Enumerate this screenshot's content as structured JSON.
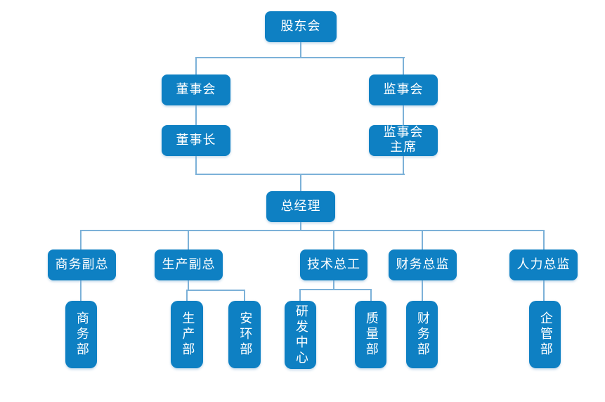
{
  "diagram": {
    "type": "org-chart",
    "nodes": {
      "shareholders_meeting": {
        "label": "股东会"
      },
      "board_of_directors": {
        "label": "董事会"
      },
      "supervisory_board": {
        "label": "监事会"
      },
      "board_chairman": {
        "label": "董事长"
      },
      "supervisory_board_chairman": {
        "label": "监事会\n主席"
      },
      "general_manager": {
        "label": "总经理"
      },
      "vp_commerce": {
        "label": "商务副总"
      },
      "vp_production": {
        "label": "生产副总"
      },
      "chief_technology_engineer": {
        "label": "技术总工"
      },
      "finance_director": {
        "label": "财务总监"
      },
      "hr_director": {
        "label": "人力总监"
      },
      "commerce_dept": {
        "label": "商务部"
      },
      "production_dept": {
        "label": "生产部"
      },
      "safety_env_dept": {
        "label": "安环部"
      },
      "rd_center": {
        "label": "研发中心"
      },
      "quality_dept": {
        "label": "质量部"
      },
      "finance_dept": {
        "label": "财务部"
      },
      "enterprise_mgmt_dept": {
        "label": "企管部"
      }
    },
    "edges": [
      [
        "shareholders_meeting",
        "board_of_directors"
      ],
      [
        "shareholders_meeting",
        "supervisory_board"
      ],
      [
        "board_of_directors",
        "board_chairman"
      ],
      [
        "supervisory_board",
        "supervisory_board_chairman"
      ],
      [
        "board_chairman",
        "general_manager"
      ],
      [
        "supervisory_board_chairman",
        "general_manager"
      ],
      [
        "general_manager",
        "vp_commerce"
      ],
      [
        "general_manager",
        "vp_production"
      ],
      [
        "general_manager",
        "chief_technology_engineer"
      ],
      [
        "general_manager",
        "finance_director"
      ],
      [
        "general_manager",
        "hr_director"
      ],
      [
        "vp_commerce",
        "commerce_dept"
      ],
      [
        "vp_production",
        "production_dept"
      ],
      [
        "vp_production",
        "safety_env_dept"
      ],
      [
        "chief_technology_engineer",
        "rd_center"
      ],
      [
        "chief_technology_engineer",
        "quality_dept"
      ],
      [
        "finance_director",
        "finance_dept"
      ],
      [
        "hr_director",
        "enterprise_mgmt_dept"
      ]
    ],
    "colors": {
      "node_fill": "#0e80c3",
      "node_text": "#ffffff",
      "connector": "#7cb1d8",
      "background": "#ffffff"
    }
  }
}
